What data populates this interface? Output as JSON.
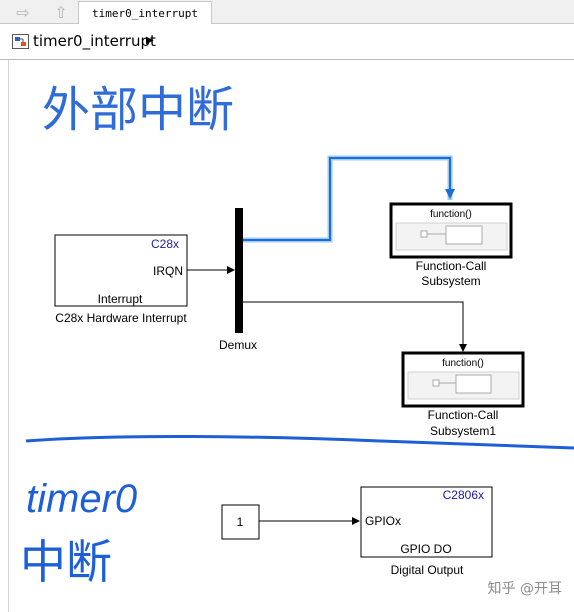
{
  "toolbar": {
    "back_icon": "back-arrow-icon",
    "up_icon": "up-arrow-icon"
  },
  "tab": {
    "label": "timer0_interrupt"
  },
  "breadcrumb": {
    "model": "timer0_interrupt",
    "expand_icon": "triangle-right-icon"
  },
  "annotations": {
    "top_note": "外部中断",
    "bottom_note_line1": "timer0",
    "bottom_note_line2": "中断"
  },
  "blocks": {
    "c28x_hw_interrupt": {
      "tag": "C28x",
      "port": "IRQN",
      "inner_label": "Interrupt",
      "name": "C28x Hardware Interrupt"
    },
    "demux": {
      "name": "Demux"
    },
    "function_call_1": {
      "inner_label": "function()",
      "name_line1": "Function-Call",
      "name_line2": "Subsystem"
    },
    "function_call_2": {
      "inner_label": "function()",
      "name_line1": "Function-Call",
      "name_line2": "Subsystem1"
    },
    "constant": {
      "value": "1"
    },
    "gpio_do": {
      "tag": "C2806x",
      "port": "GPIOx",
      "inner_label": "GPIO DO",
      "name": "Digital Output"
    }
  },
  "watermark": "知乎 @开耳",
  "colors": {
    "selected_signal": "#1a6fd4",
    "ink": "#1d5fd6",
    "block_tag": "#1a1aa6",
    "block_border": "#000000"
  }
}
